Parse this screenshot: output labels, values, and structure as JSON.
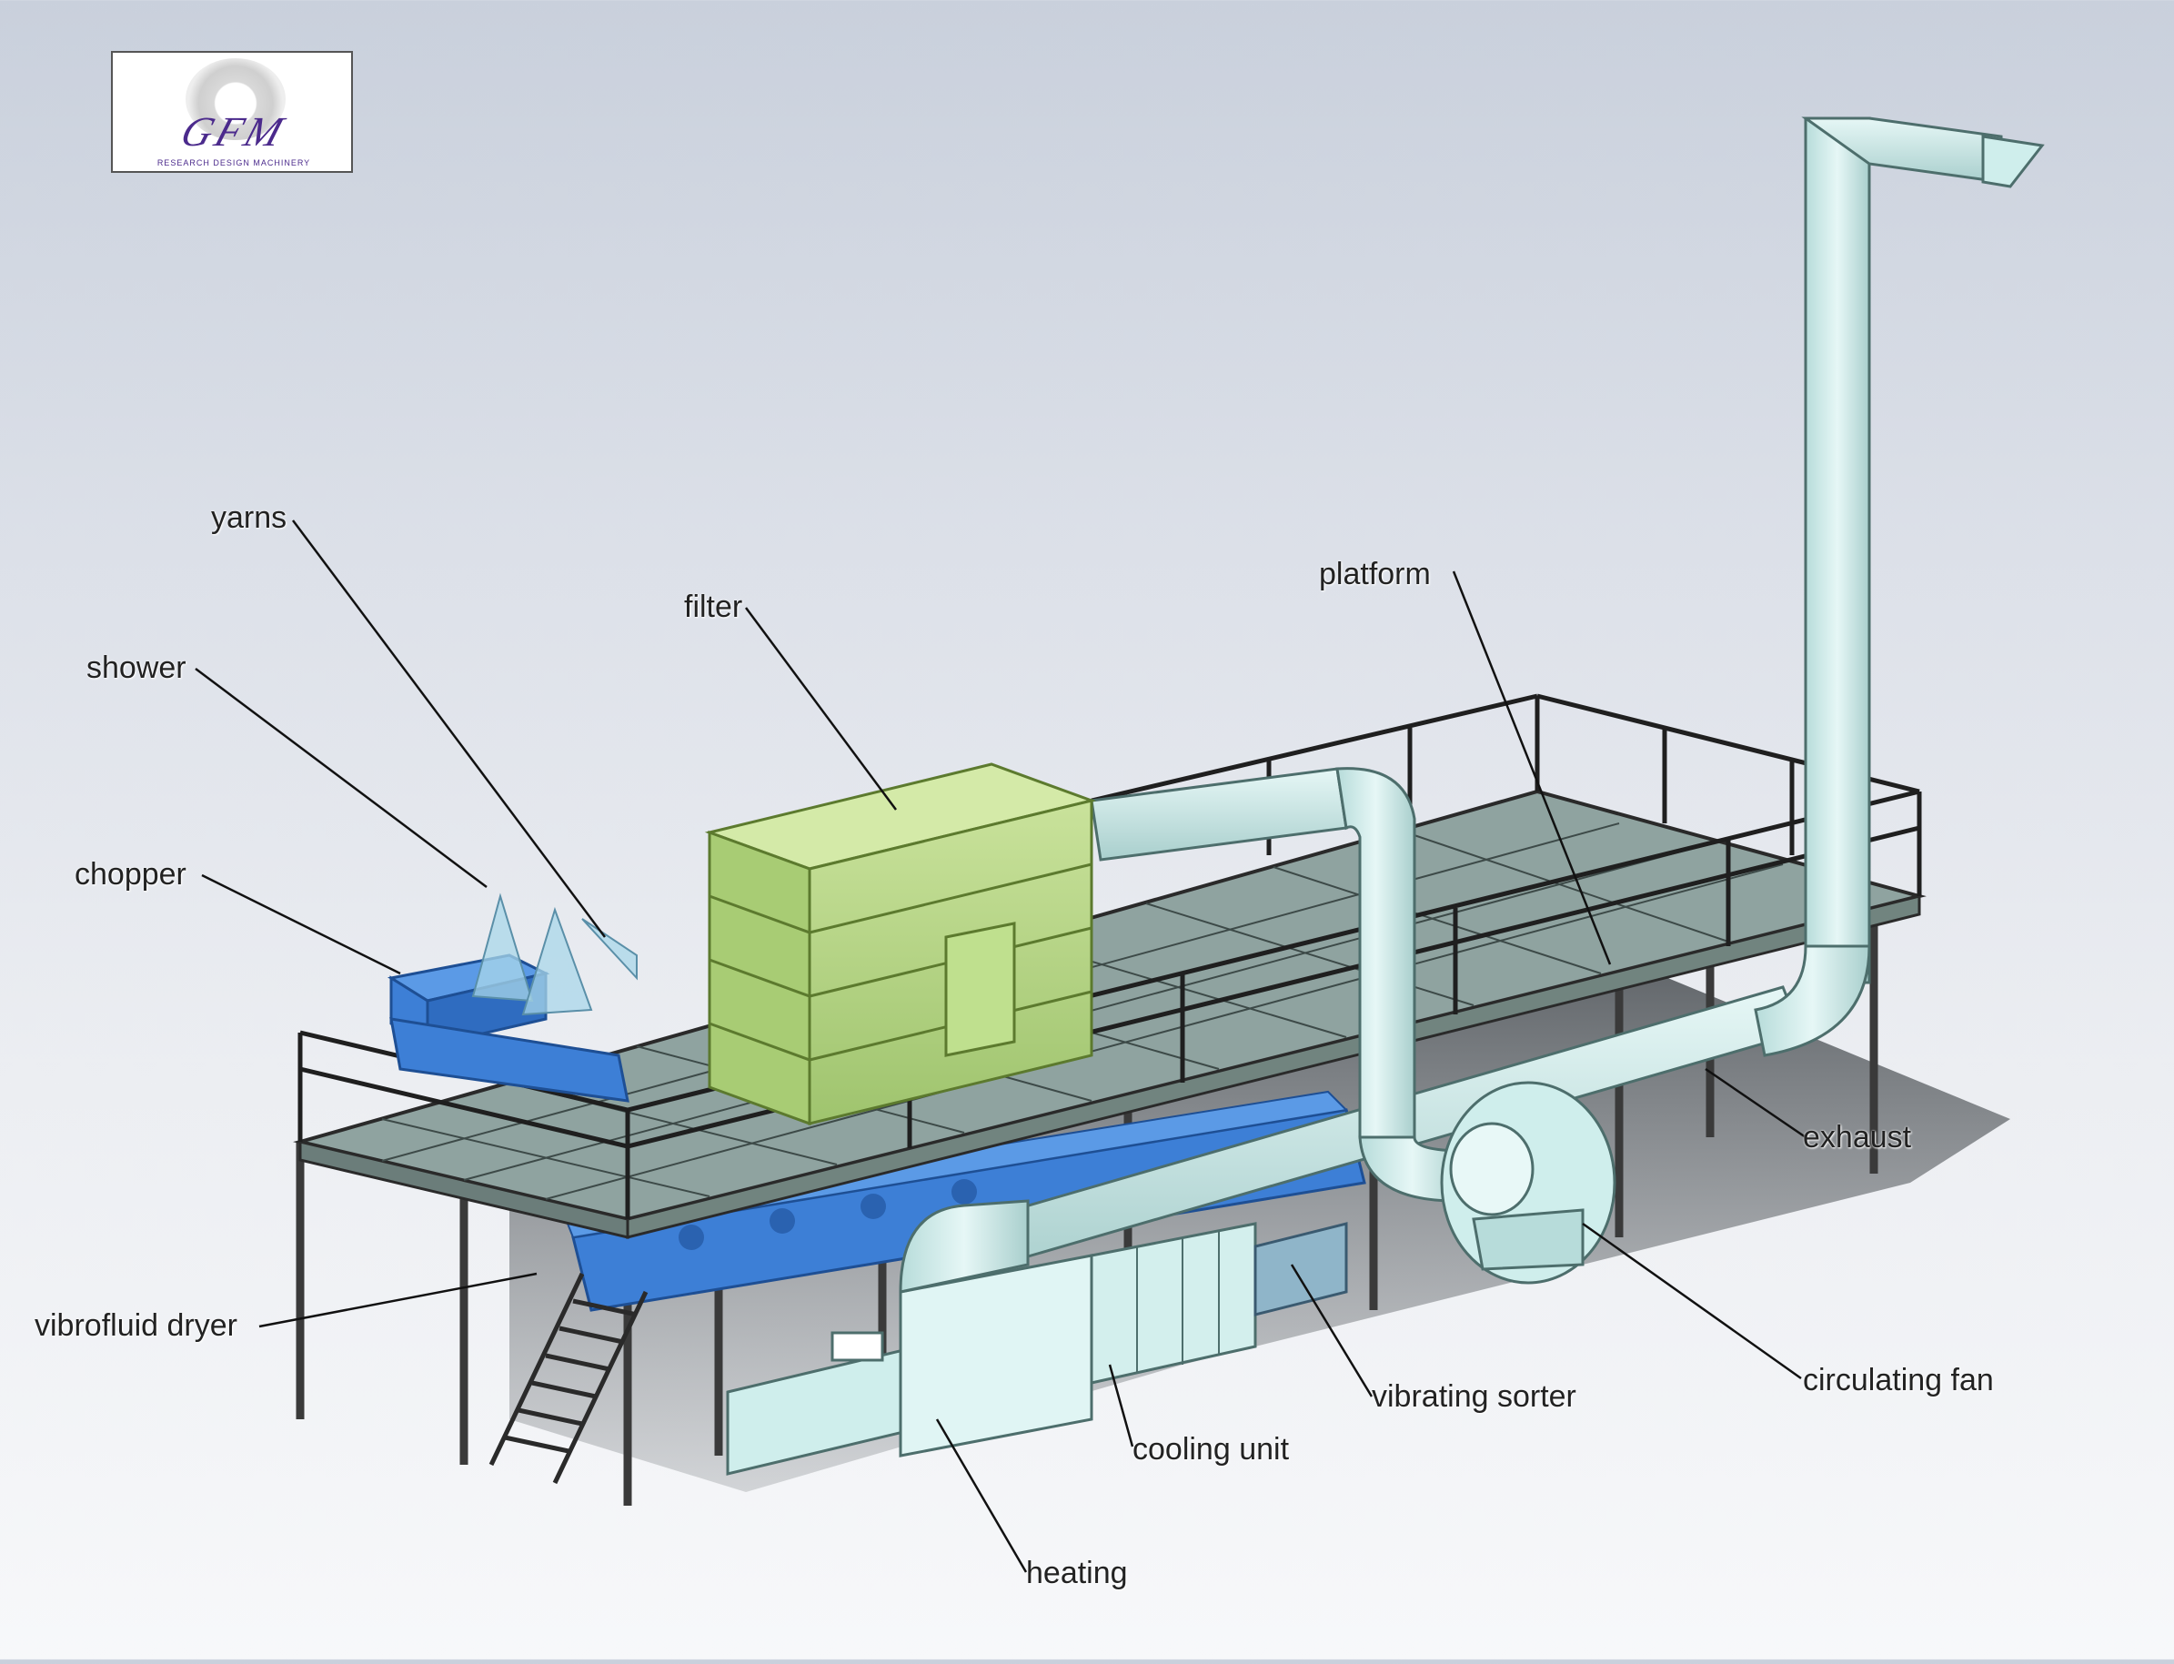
{
  "logo": {
    "mark": "GFM",
    "tagline": "RESEARCH DESIGN MACHINERY"
  },
  "labels": {
    "yarns": "yarns",
    "shower": "shower",
    "chopper": "chopper",
    "filter": "filter",
    "platform": "platform",
    "exhaust": "exhaust",
    "circulating_fan": "circulating fan",
    "vibrofluid_dryer": "vibrofluid dryer",
    "vibrating_sorter": "vibrating sorter",
    "cooling_unit": "cooling unit",
    "heating": "heating"
  },
  "colors": {
    "platform_frame": "#2a2a2a",
    "platform_grating": "#8fa3a0",
    "filter": "#b8d68a",
    "duct": "#cfeeec",
    "dryer": "#3d7fd6",
    "shadow": "#555a5e"
  }
}
